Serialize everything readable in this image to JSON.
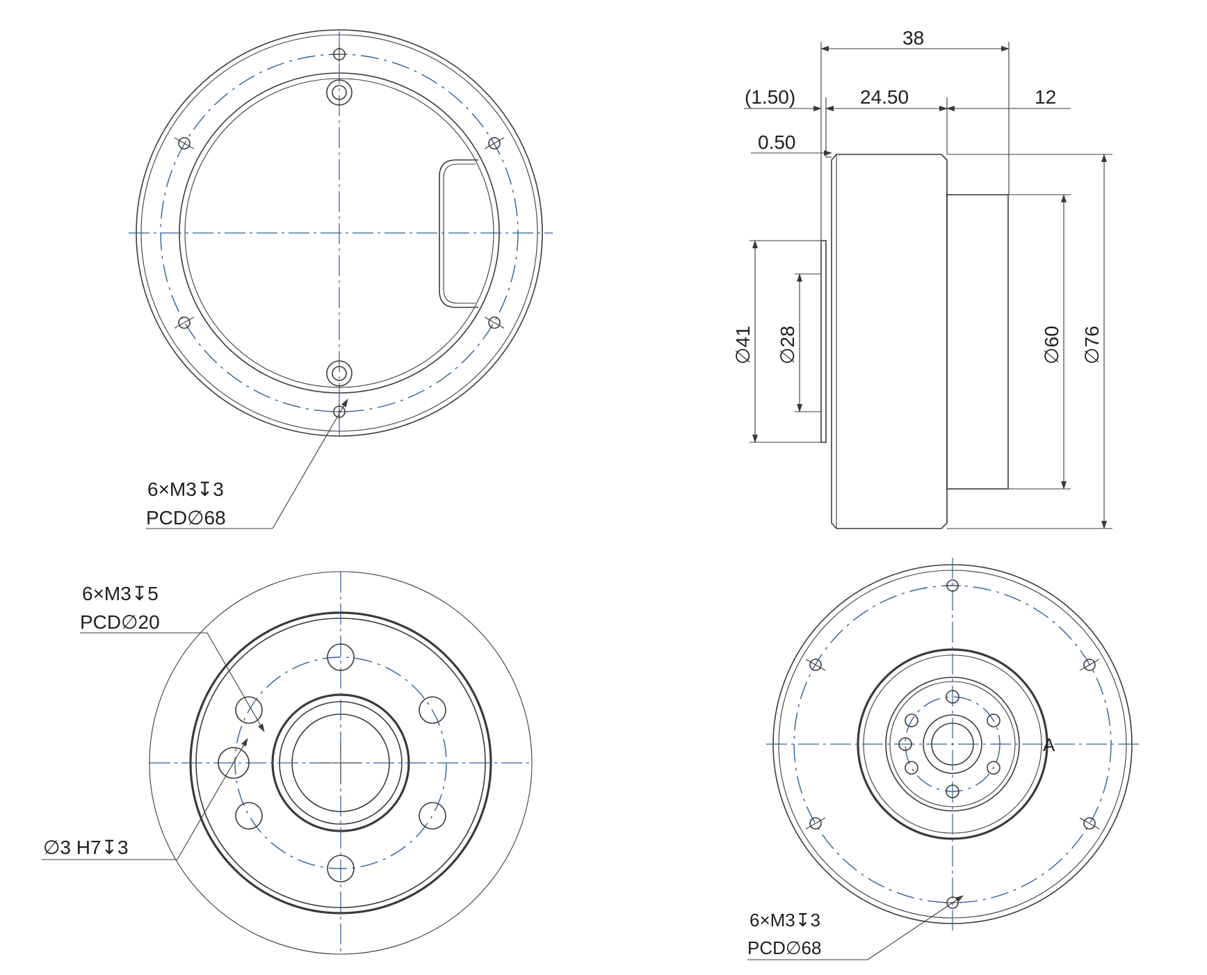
{
  "colors": {
    "outline": "#3a3a3a",
    "centerline": "#2f5f9a",
    "background": "#ffffff"
  },
  "top_left_view": {
    "callout_line1": "6×M3↧3",
    "callout_line2": "PCD∅68"
  },
  "side_view": {
    "dim_overall_length": "38",
    "dim_flange_offset": "(1.50)",
    "dim_body_length": "24.50",
    "dim_output_length": "12",
    "dim_flange_thickness": "0.50",
    "dia_41": "∅41",
    "dia_28": "∅28",
    "dia_60": "∅60",
    "dia_76": "∅76"
  },
  "bottom_left_view": {
    "callout_a_line1": "6×M3↧5",
    "callout_a_line2": "PCD∅20",
    "callout_b": "∅3 H7↧3"
  },
  "bottom_right_view": {
    "datum_label": "A",
    "callout_line1": "6×M3↧3",
    "callout_line2": "PCD∅68"
  }
}
